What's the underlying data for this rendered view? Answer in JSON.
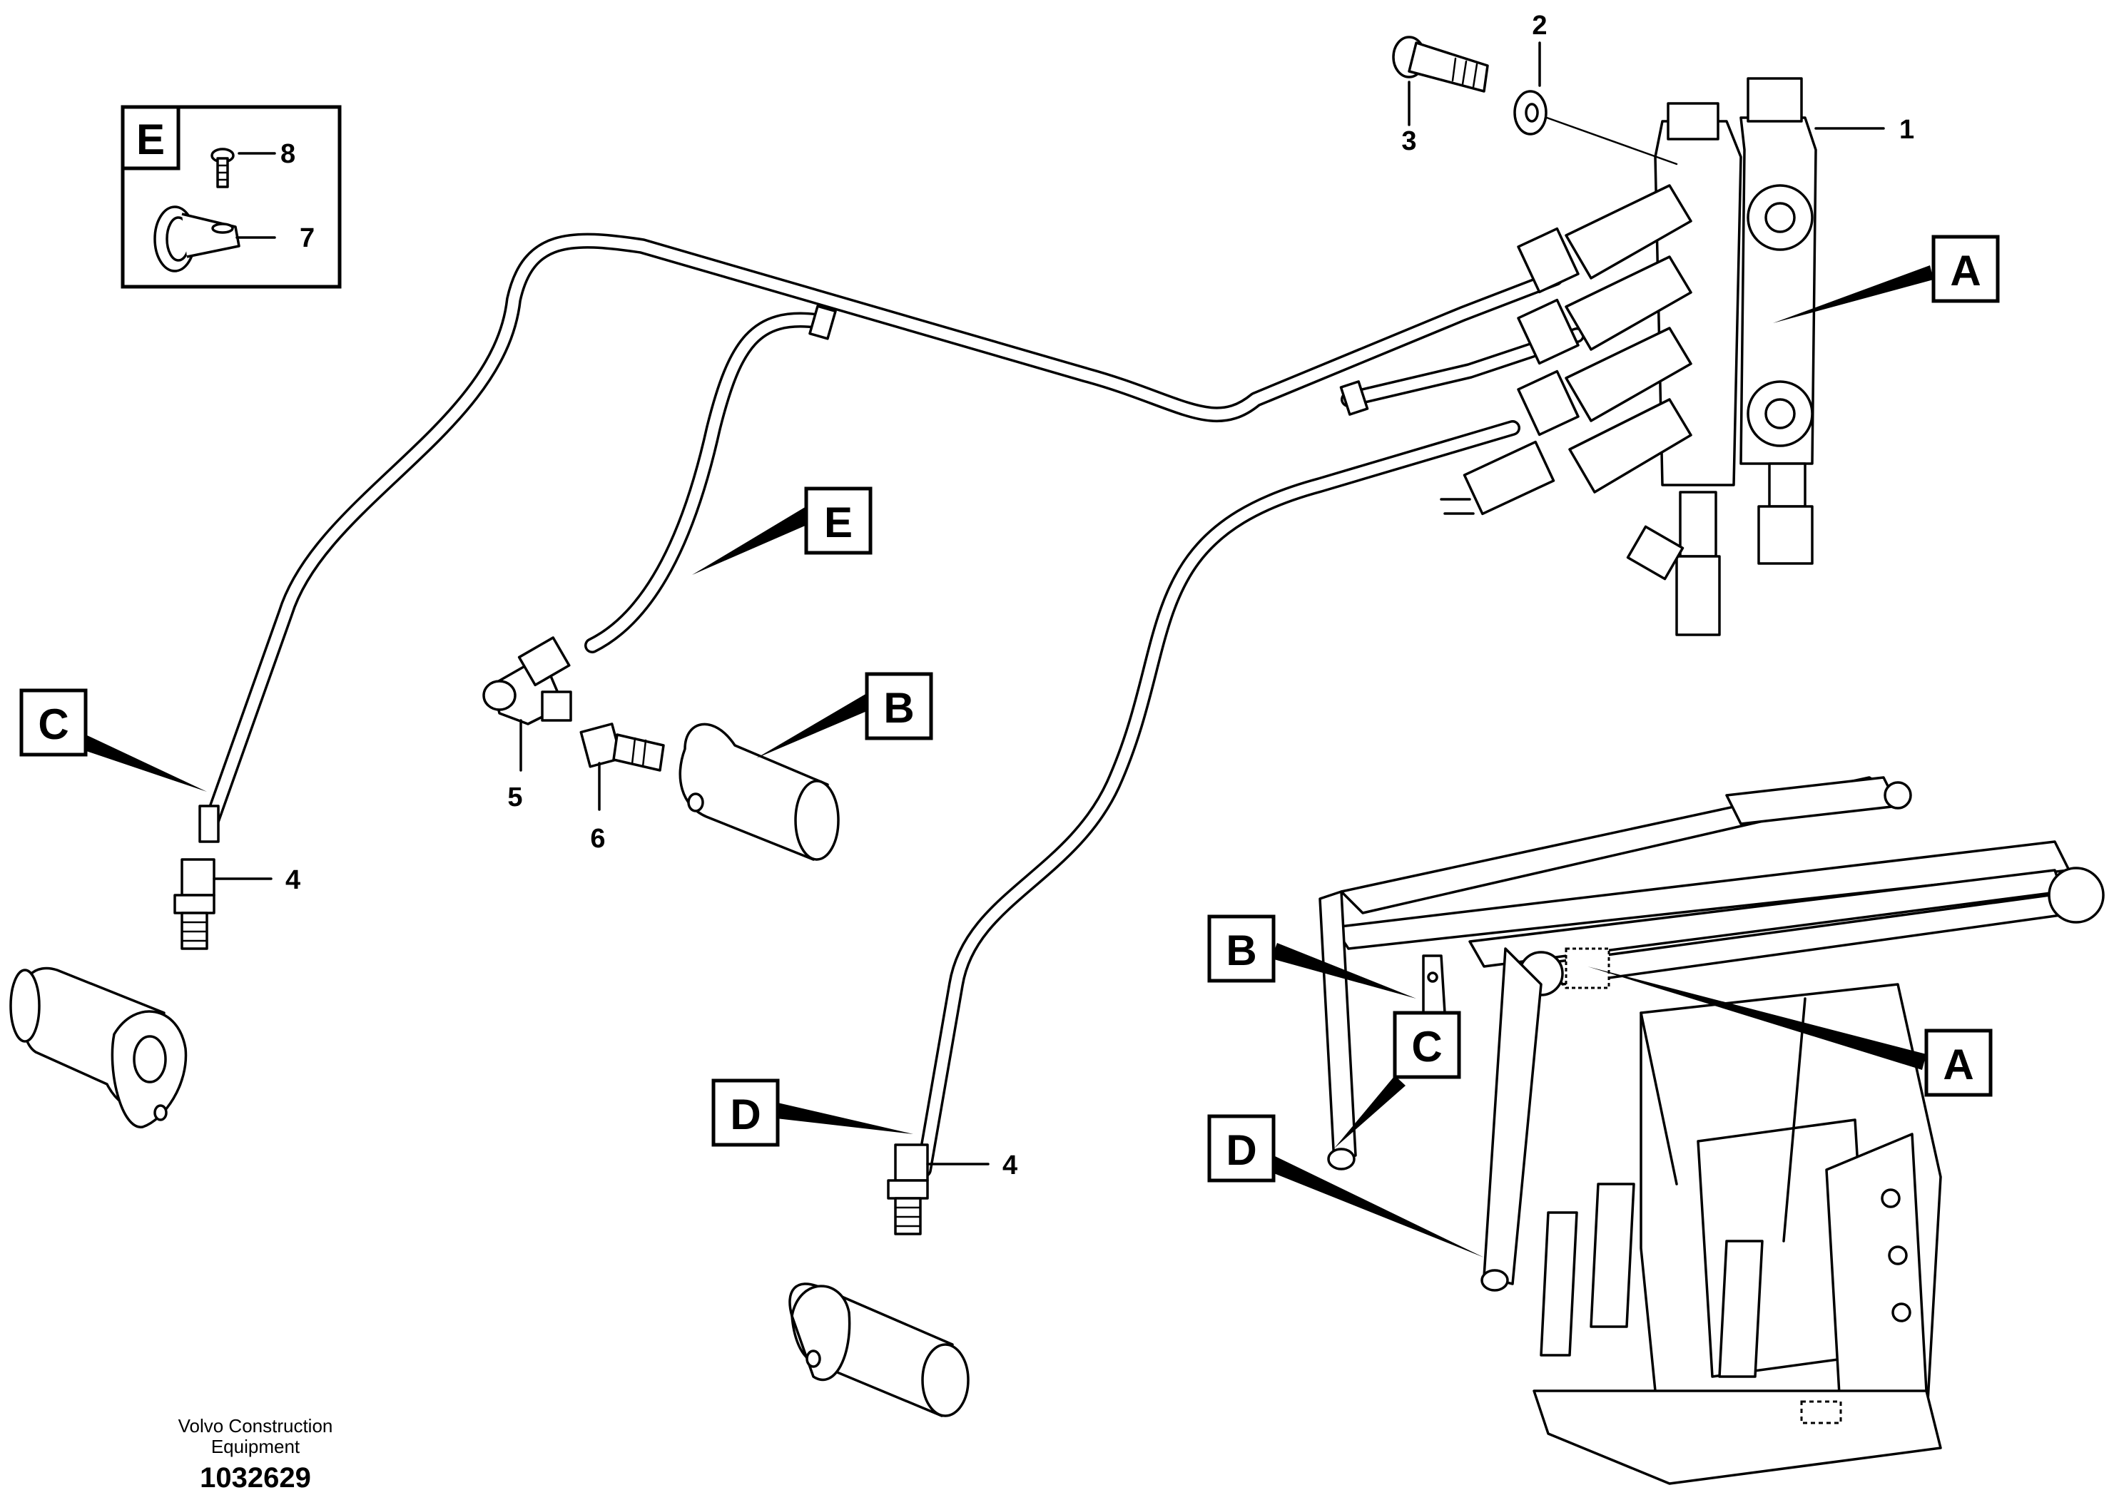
{
  "detail_box": {
    "letter": "E",
    "callouts": [
      "8",
      "7"
    ]
  },
  "part_numbers": {
    "p1": "1",
    "p2": "2",
    "p3": "3",
    "p4a": "4",
    "p4b": "4",
    "p5": "5",
    "p6": "6"
  },
  "letter_labels": {
    "A_top": "A",
    "E_main": "E",
    "B_main": "B",
    "C_main": "C",
    "D_main": "D",
    "B_frame": "B",
    "A_frame": "A",
    "C_frame": "C",
    "D_frame": "D"
  },
  "footer": {
    "company_line1": "Volvo Construction",
    "company_line2": "Equipment",
    "drawing_number": "1032629"
  },
  "colors": {
    "ink": "#000000",
    "paper": "#ffffff"
  }
}
